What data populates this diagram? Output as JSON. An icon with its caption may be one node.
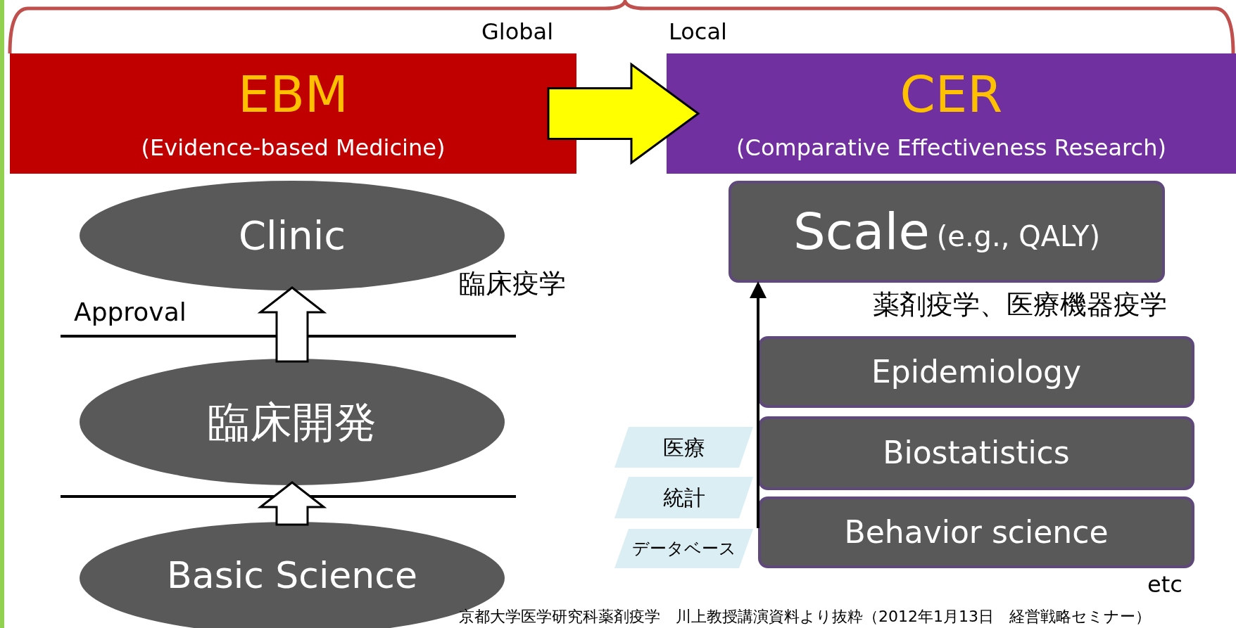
{
  "diagram": {
    "nodes": [
      {
        "text": [
          "EBM",
          "(Evidence-based Medicine)"
        ],
        "beside": [
          "Global"
        ]
      },
      {
        "text": [
          "CER",
          "(Comparative Effectiveness Research)"
        ],
        "beside": [
          "Local"
        ]
      },
      {
        "text": [
          "Clinic"
        ]
      },
      {
        "text": [
          "臨床開発"
        ]
      },
      {
        "text": [
          "Basic Science"
        ]
      },
      {
        "text": [
          "Scale",
          "(e.g., QALY)"
        ]
      },
      {
        "text": [
          "Epidemiology"
        ]
      },
      {
        "text": [
          "Biostatistics"
        ]
      },
      {
        "text": [
          "Behavior science"
        ]
      },
      {
        "text": [
          "医療"
        ]
      },
      {
        "text": [
          "統計"
        ]
      },
      {
        "text": [
          "データベース"
        ]
      }
    ],
    "edges": [
      {
        "from": 0,
        "to": 1,
        "arrow": "to"
      },
      {
        "from": 3,
        "to": 2,
        "arrow": "to"
      },
      {
        "from": 4,
        "to": 3,
        "arrow": "to"
      },
      {
        "from": 8,
        "to": 5,
        "arrow": "to"
      }
    ],
    "labels": [
      "Approval",
      "臨床疫学",
      "薬剤疫学、医療機器疫学",
      "etc",
      "京都大学医学研究科薬剤疫学　川上教授講演資料より抜粋（2012年1月13日　経営戦略セミナー）"
    ]
  }
}
